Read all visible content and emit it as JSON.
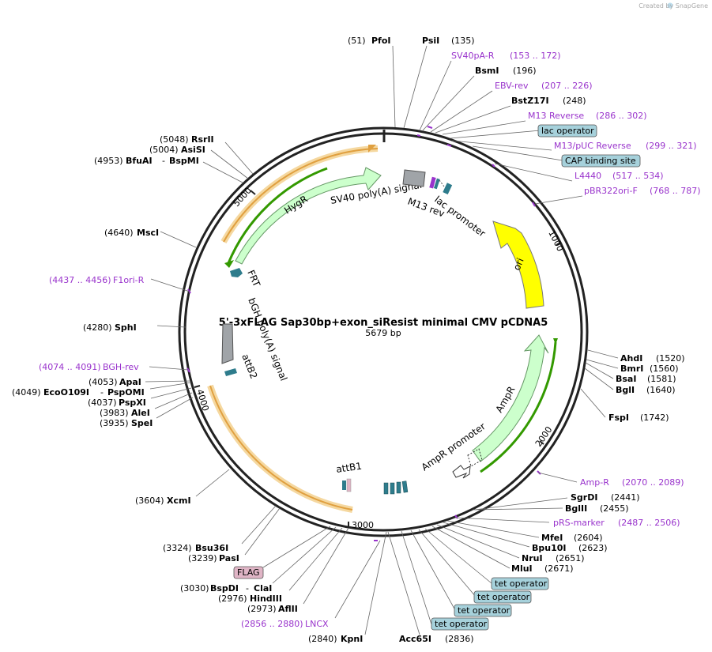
{
  "watermark": "Created by SnapGene",
  "plasmid": {
    "name": "5'-3xFLAG Sap30bp+exon_siResist minimal CMV pCDNA5",
    "length_label": "5679 bp"
  },
  "ticks": [
    "1000",
    "2000",
    "3000",
    "4000",
    "5000"
  ],
  "features": [
    "HygR",
    "SV40 poly(A) signal",
    "M13 rev",
    "lac promoter",
    "ori",
    "AmpR",
    "AmpR promoter",
    "attB1",
    "attB2",
    "bGH poly(A) signal",
    "FRT"
  ],
  "enzymes": [
    {
      "pos": "(51)",
      "name": "PfoI"
    },
    {
      "pos": "(135)",
      "name": "PsiI"
    },
    {
      "pos": "(196)",
      "name": "BsmI"
    },
    {
      "pos": "(248)",
      "name": "BstZ17I"
    },
    {
      "pos": "(1520)",
      "name": "AhdI"
    },
    {
      "pos": "(1560)",
      "name": "BmrI"
    },
    {
      "pos": "(1581)",
      "name": "BsaI"
    },
    {
      "pos": "(1640)",
      "name": "BglI"
    },
    {
      "pos": "(1742)",
      "name": "FspI"
    },
    {
      "pos": "(2441)",
      "name": "SgrDI"
    },
    {
      "pos": "(2455)",
      "name": "BglII"
    },
    {
      "pos": "(2604)",
      "name": "MfeI"
    },
    {
      "pos": "(2623)",
      "name": "Bpu10I"
    },
    {
      "pos": "(2651)",
      "name": "NruI"
    },
    {
      "pos": "(2671)",
      "name": "MluI"
    },
    {
      "pos": "(2836)",
      "name": "Acc65I"
    },
    {
      "pos": "(2840)",
      "name": "KpnI"
    },
    {
      "pos": "(2973)",
      "name": "AflII"
    },
    {
      "pos": "(2976)",
      "name": "HindIII"
    },
    {
      "pos": "(3030)",
      "name": "BspDI",
      "alt": "ClaI"
    },
    {
      "pos": "(3239)",
      "name": "PasI"
    },
    {
      "pos": "(3324)",
      "name": "Bsu36I"
    },
    {
      "pos": "(3604)",
      "name": "XcmI"
    },
    {
      "pos": "(3935)",
      "name": "SpeI"
    },
    {
      "pos": "(3983)",
      "name": "AleI"
    },
    {
      "pos": "(4037)",
      "name": "PspXI"
    },
    {
      "pos": "(4049)",
      "name": "EcoO109I",
      "alt": "PspOMI"
    },
    {
      "pos": "(4053)",
      "name": "ApaI"
    },
    {
      "pos": "(4280)",
      "name": "SphI"
    },
    {
      "pos": "(4640)",
      "name": "MscI"
    },
    {
      "pos": "(4953)",
      "name": "BfuAI",
      "alt": "BspMI"
    },
    {
      "pos": "(5004)",
      "name": "AsiSI"
    },
    {
      "pos": "(5048)",
      "name": "RsrII"
    }
  ],
  "primers": [
    {
      "name": "SV40pA-R",
      "range": "(153 .. 172)"
    },
    {
      "name": "EBV-rev",
      "range": "(207 .. 226)"
    },
    {
      "name": "M13 Reverse",
      "range": "(286 .. 302)"
    },
    {
      "name": "M13/pUC Reverse",
      "range": "(299 .. 321)"
    },
    {
      "name": "L4440",
      "range": "(517 .. 534)"
    },
    {
      "name": "pBR322ori-F",
      "range": "(768 .. 787)"
    },
    {
      "name": "Amp-R",
      "range": "(2070 .. 2089)"
    },
    {
      "name": "pRS-marker",
      "range": "(2487 .. 2506)"
    },
    {
      "name": "LNCX",
      "range": "(2856 .. 2880)"
    },
    {
      "name": "BGH-rev",
      "range": "(4074 .. 4091)"
    },
    {
      "name": "F1ori-R",
      "range": "(4437 .. 4456)"
    }
  ],
  "boxes": [
    "lac operator",
    "CAP binding site",
    "FLAG",
    "tet operator",
    "tet operator",
    "tet operator",
    "tet operator"
  ],
  "colors": {
    "primer": "#9933cc",
    "ori": "#ffff00",
    "resistance": "#ccffcc",
    "resistance_stroke": "#669966",
    "orf_line": "#339900",
    "orf_glow": "#f0c070",
    "regulatory_box": "#a6d1db",
    "flag_box": "#e0b5c6",
    "polya": "#a0a4a8",
    "site_teal": "#2e7c8c"
  }
}
